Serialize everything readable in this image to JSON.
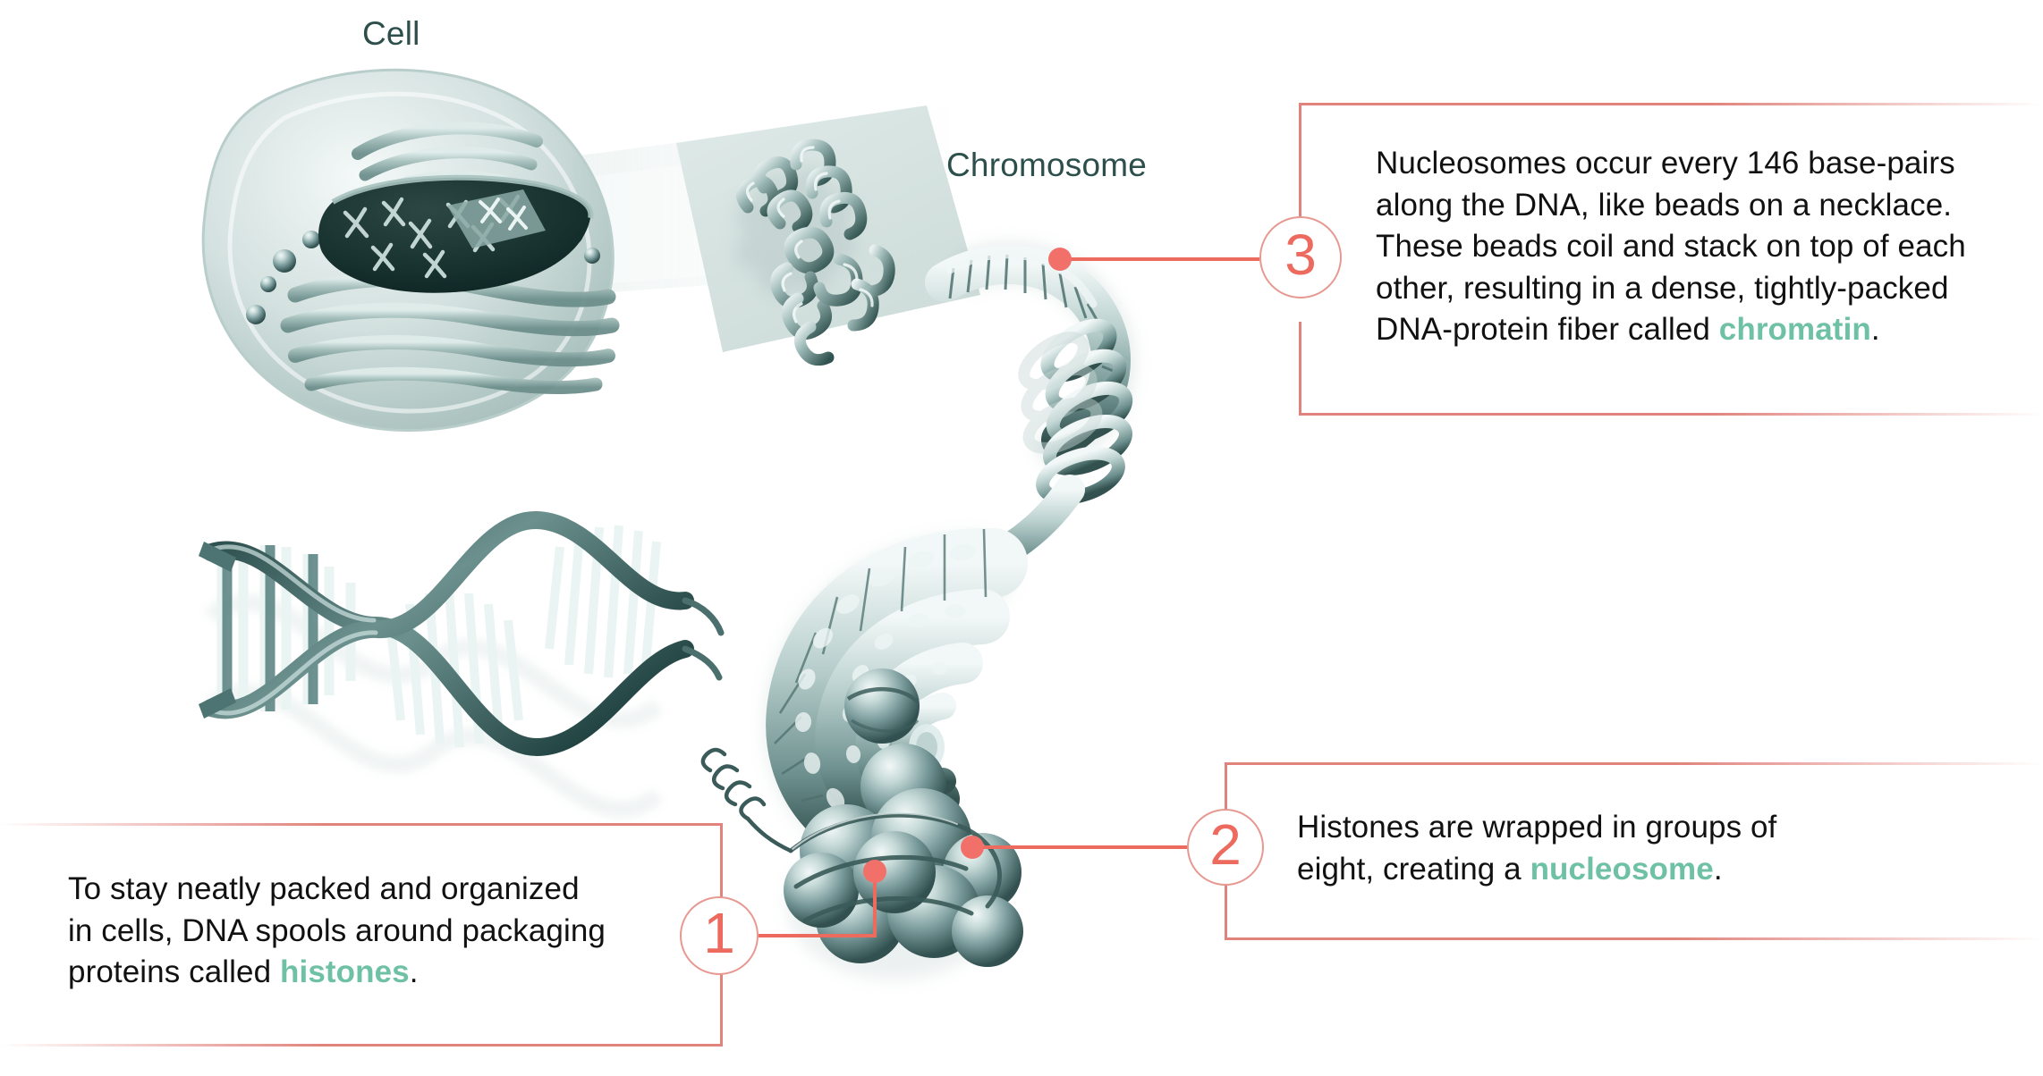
{
  "background": "#ffffff",
  "colors": {
    "accent_red": "#ec6a5e",
    "bracket_red": "#e1837c",
    "highlight_teal": "#6fc1a6",
    "label_teal": "#2c4f4b",
    "body_text": "#111111",
    "art_teal_dark": "#3f6a68",
    "art_teal_mid": "#7fa3a0",
    "art_teal_light": "#cfdedc"
  },
  "labels": {
    "cell": "Cell",
    "chromosome": "Chromosome"
  },
  "callouts": [
    {
      "number": "1",
      "lines": [
        [
          {
            "t": "To stay neatly packed and organized",
            "hl": false
          }
        ],
        [
          {
            "t": "in cells, DNA spools around packaging",
            "hl": false
          }
        ],
        [
          {
            "t": "proteins called ",
            "hl": false
          },
          {
            "t": "histones",
            "hl": true
          },
          {
            "t": ".",
            "hl": false
          }
        ]
      ]
    },
    {
      "number": "2",
      "lines": [
        [
          {
            "t": "Histones are wrapped in groups of",
            "hl": false
          }
        ],
        [
          {
            "t": "eight, creating a ",
            "hl": false
          },
          {
            "t": "nucleosome",
            "hl": true
          },
          {
            "t": ".",
            "hl": false
          }
        ]
      ]
    },
    {
      "number": "3",
      "lines": [
        [
          {
            "t": "Nucleosomes occur every 146 base-pairs",
            "hl": false
          }
        ],
        [
          {
            "t": "along the DNA, like beads on a necklace.",
            "hl": false
          }
        ],
        [
          {
            "t": "These beads coil and stack on top of each",
            "hl": false
          }
        ],
        [
          {
            "t": "other, resulting in a dense, tightly-packed",
            "hl": false
          }
        ],
        [
          {
            "t": "DNA-protein fiber called ",
            "hl": false
          },
          {
            "t": "chromatin",
            "hl": true
          },
          {
            "t": ".",
            "hl": false
          }
        ]
      ]
    }
  ],
  "artwork": {
    "cell_illustration": "eukaryotic-cell-cutaway-with-nucleus-and-chromosomes",
    "chromosome_illustration": "x-shaped-condensed-chromosome-on-panel",
    "chromatin_illustration": "coiled-chromatin-fiber-solenoid",
    "nucleosome_illustration": "histone-octamer-beads-with-dna-wrap",
    "dna_illustration": "dna-double-helix-ladder"
  }
}
